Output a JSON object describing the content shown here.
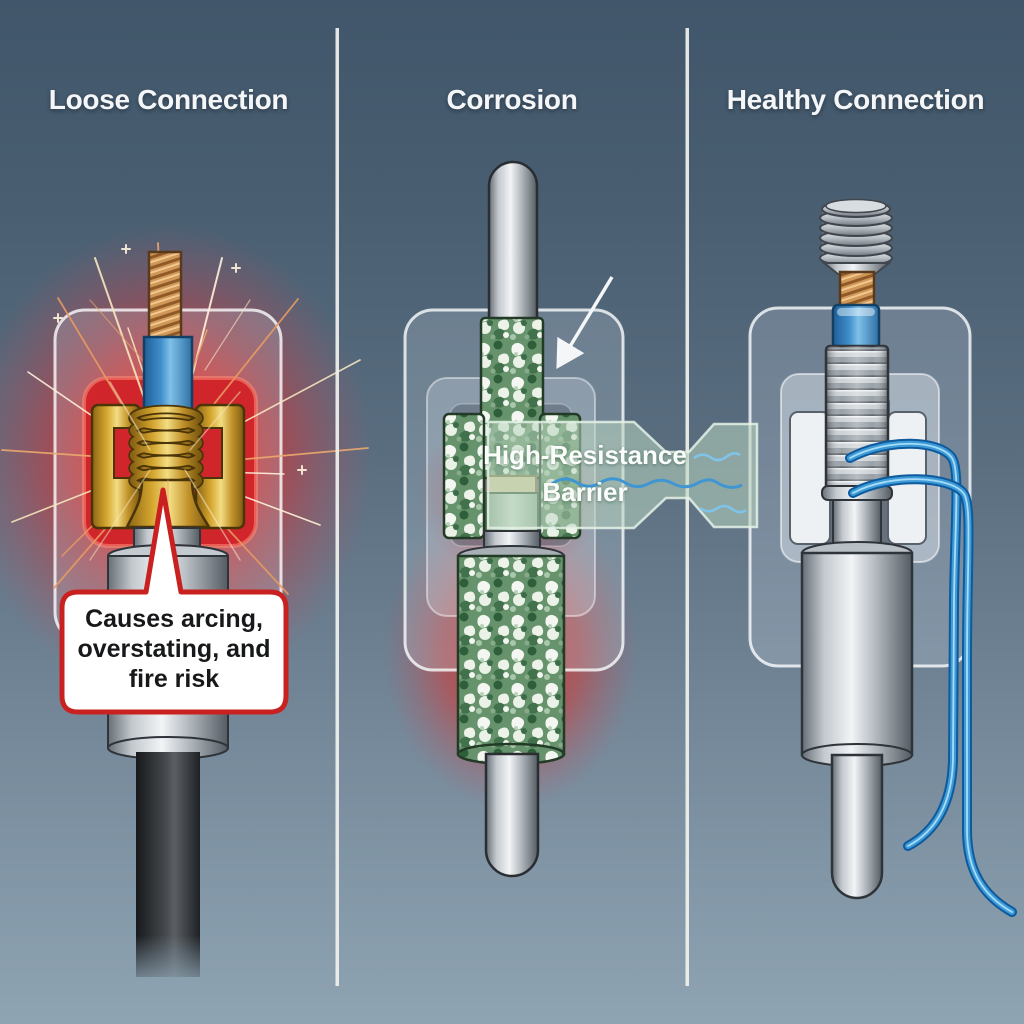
{
  "panels": {
    "loose": {
      "title": "Loose Connection",
      "callout": "Causes arcing,\noverstating, and\nfire risk"
    },
    "corrosion": {
      "title": "Corrosion",
      "banner": "High-Resistance\nBarrier"
    },
    "healthy": {
      "title": "Healthy Connection"
    }
  },
  "icons": {
    "corrosion_arrow": "arrow-down-left",
    "sparks": "arc-spark-rays",
    "current_wave": "wavy-current-line"
  },
  "colors": {
    "background_top": "#41566a",
    "background_bottom": "#8fa4b3",
    "divider": "#f1f2ed",
    "title_text": "#f4f6f8",
    "glow_red": "#d92a25",
    "callout_border": "#c9211f",
    "callout_bg": "#ffffff",
    "callout_text": "#17181a",
    "brass": "#d4a52e",
    "copper": "#cf9858",
    "insulation_blue": "#3f8ecb",
    "wire_blue": "#2f8fd0",
    "corrosion_green": "#5f8f68",
    "barrier_tan": "#d8cfa0",
    "banner_green": "#bcd6c0",
    "metal_silver": "#c7cdd2",
    "cable_black": "#25282b"
  }
}
